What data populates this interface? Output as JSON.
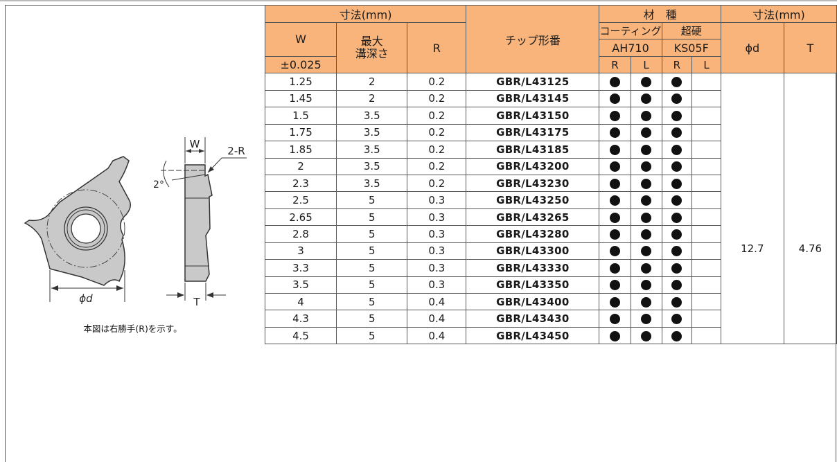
{
  "header": {
    "dim_group_left": "寸法(mm)",
    "w_label": "W",
    "w_tolerance": "±0.025",
    "max_depth_label": "最大\n溝深さ",
    "r_label": "R",
    "chip_label": "チップ形番",
    "grade_group": "材　種",
    "coating_label": "コーティング",
    "carbide_label": "超硬",
    "grade_ah": "AH710",
    "grade_ks": "KS05F",
    "hand_r1": "R",
    "hand_l1": "L",
    "hand_r2": "R",
    "hand_l2": "L",
    "dim_group_right": "寸法(mm)",
    "d_label": "ϕd",
    "t_label": "T"
  },
  "shared": {
    "d_value": "12.7",
    "t_value": "4.76"
  },
  "rows": [
    {
      "w": "1.25",
      "depth": "2",
      "r": "0.2",
      "part": "GBR/L43125",
      "ah_r": true,
      "ah_l": true,
      "ks_r": true,
      "ks_l": false
    },
    {
      "w": "1.45",
      "depth": "2",
      "r": "0.2",
      "part": "GBR/L43145",
      "ah_r": true,
      "ah_l": true,
      "ks_r": true,
      "ks_l": false
    },
    {
      "w": "1.5",
      "depth": "3.5",
      "r": "0.2",
      "part": "GBR/L43150",
      "ah_r": true,
      "ah_l": true,
      "ks_r": true,
      "ks_l": false
    },
    {
      "w": "1.75",
      "depth": "3.5",
      "r": "0.2",
      "part": "GBR/L43175",
      "ah_r": true,
      "ah_l": true,
      "ks_r": true,
      "ks_l": false
    },
    {
      "w": "1.85",
      "depth": "3.5",
      "r": "0.2",
      "part": "GBR/L43185",
      "ah_r": true,
      "ah_l": true,
      "ks_r": true,
      "ks_l": false
    },
    {
      "w": "2",
      "depth": "3.5",
      "r": "0.2",
      "part": "GBR/L43200",
      "ah_r": true,
      "ah_l": true,
      "ks_r": true,
      "ks_l": false
    },
    {
      "w": "2.3",
      "depth": "3.5",
      "r": "0.2",
      "part": "GBR/L43230",
      "ah_r": true,
      "ah_l": true,
      "ks_r": true,
      "ks_l": false
    },
    {
      "w": "2.5",
      "depth": "5",
      "r": "0.3",
      "part": "GBR/L43250",
      "ah_r": true,
      "ah_l": true,
      "ks_r": true,
      "ks_l": false
    },
    {
      "w": "2.65",
      "depth": "5",
      "r": "0.3",
      "part": "GBR/L43265",
      "ah_r": true,
      "ah_l": true,
      "ks_r": true,
      "ks_l": false
    },
    {
      "w": "2.8",
      "depth": "5",
      "r": "0.3",
      "part": "GBR/L43280",
      "ah_r": true,
      "ah_l": true,
      "ks_r": true,
      "ks_l": false
    },
    {
      "w": "3",
      "depth": "5",
      "r": "0.3",
      "part": "GBR/L43300",
      "ah_r": true,
      "ah_l": true,
      "ks_r": true,
      "ks_l": false
    },
    {
      "w": "3.3",
      "depth": "5",
      "r": "0.3",
      "part": "GBR/L43330",
      "ah_r": true,
      "ah_l": true,
      "ks_r": true,
      "ks_l": false
    },
    {
      "w": "3.5",
      "depth": "5",
      "r": "0.3",
      "part": "GBR/L43350",
      "ah_r": true,
      "ah_l": true,
      "ks_r": true,
      "ks_l": false
    },
    {
      "w": "4",
      "depth": "5",
      "r": "0.4",
      "part": "GBR/L43400",
      "ah_r": true,
      "ah_l": true,
      "ks_r": true,
      "ks_l": false
    },
    {
      "w": "4.3",
      "depth": "5",
      "r": "0.4",
      "part": "GBR/L43430",
      "ah_r": true,
      "ah_l": true,
      "ks_r": true,
      "ks_l": false
    },
    {
      "w": "4.5",
      "depth": "5",
      "r": "0.4",
      "part": "GBR/L43450",
      "ah_r": true,
      "ah_l": true,
      "ks_r": true,
      "ks_l": false
    }
  ],
  "diagram": {
    "label_w": "W",
    "label_2r": "2-R",
    "label_angle": "2°",
    "label_d": "ϕd",
    "label_t": "T",
    "caption": "本図は右勝手(R)を示す。"
  },
  "colors": {
    "header_bg": "#f8b47a",
    "insert_fill": "#c9c9c9",
    "line": "#555555"
  }
}
